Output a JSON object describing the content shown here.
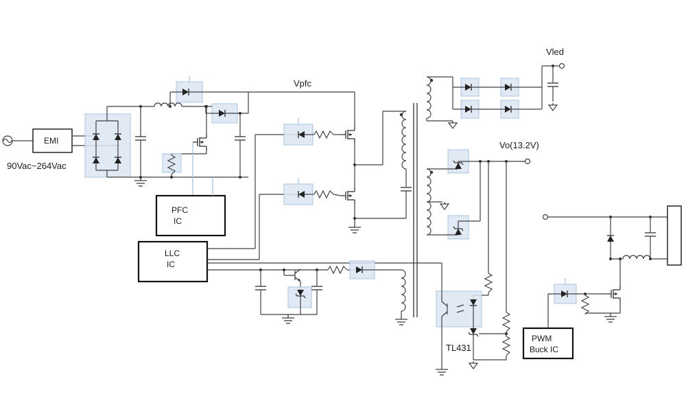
{
  "schematic": {
    "labels": {
      "input_range": "90Vac~264Vac",
      "emi": "EMI",
      "vpfc": "Vpfc",
      "pfc_ic": {
        "line1": "PFC",
        "line2": "IC"
      },
      "llc_ic": {
        "line1": "LLC",
        "line2": "IC"
      },
      "tl431": "TL431",
      "vo": "Vo(13.2V)",
      "vled": "Vled",
      "pwm_buck_ic": {
        "line1": "PWM",
        "line2": "Buck IC"
      }
    },
    "colors": {
      "wire": "#3f3f3f",
      "highlight_fill": "#dce6f2",
      "highlight_stroke": "#a8c4e0",
      "ic_box_stroke": "#111111"
    }
  }
}
